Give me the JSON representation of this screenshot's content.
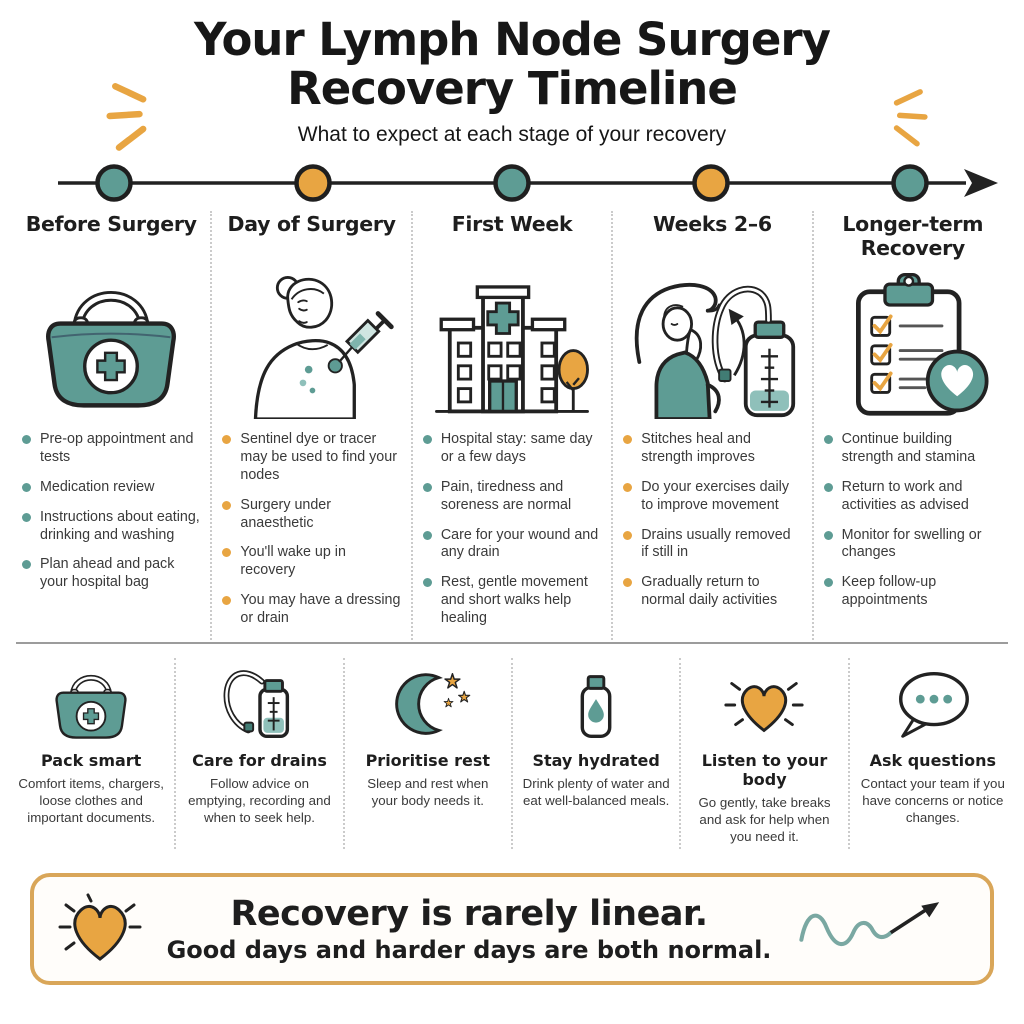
{
  "colors": {
    "teal": "#5E9C94",
    "teal_light": "#8FC0BA",
    "orange": "#E8A542",
    "banner_border": "#D9A659",
    "ink": "#222222",
    "body_text": "#3A3A3A"
  },
  "header": {
    "title_line1": "Your Lymph Node Surgery",
    "title_line2": "Recovery Timeline",
    "subtitle": "What to expect at each stage of your recovery",
    "sparkle_icon": "sparkle-rays-icon"
  },
  "timeline": {
    "dot_colors": [
      "teal",
      "orange",
      "teal",
      "orange",
      "teal"
    ],
    "arrow_icon": "arrow-right-icon"
  },
  "stages": [
    {
      "label": "Before Surgery",
      "accent": "teal",
      "icon": "hospital-bag-icon",
      "bullets": [
        "Pre-op appointment and tests",
        "Medication review",
        "Instructions about eating, drinking and washing",
        "Plan ahead and pack your hospital bag"
      ]
    },
    {
      "label": "Day of Surgery",
      "accent": "orange",
      "icon": "patient-injection-icon",
      "bullets": [
        "Sentinel dye or tracer may be used to find your nodes",
        "Surgery under anaesthetic",
        "You'll wake up in recovery",
        "You may have a dressing or drain"
      ]
    },
    {
      "label": "First Week",
      "accent": "teal",
      "icon": "hospital-building-icon",
      "bullets": [
        "Hospital stay: same day or a few days",
        "Pain, tiredness and soreness are normal",
        "Care for your wound and any drain",
        "Rest, gentle movement and short walks help healing"
      ]
    },
    {
      "label": "Weeks 2–6",
      "accent": "orange",
      "icon": "stretching-drain-icon",
      "bullets": [
        "Stitches heal and strength improves",
        "Do your exercises daily to improve movement",
        "Drains usually removed if still in",
        "Gradually return to normal daily activities"
      ]
    },
    {
      "label": "Longer-term Recovery",
      "accent": "teal",
      "icon": "checklist-heart-icon",
      "bullets": [
        "Continue building strength and stamina",
        "Return to work and activities as advised",
        "Monitor for swelling or changes",
        "Keep follow-up appointments"
      ]
    }
  ],
  "tips": [
    {
      "title": "Pack smart",
      "icon": "hospital-bag-icon",
      "text": "Comfort items, chargers, loose clothes and important documents."
    },
    {
      "title": "Care for drains",
      "icon": "drain-bottle-icon",
      "text": "Follow advice on emptying, recording and when to seek help."
    },
    {
      "title": "Prioritise rest",
      "icon": "moon-stars-icon",
      "text": "Sleep and rest when your body needs it."
    },
    {
      "title": "Stay hydrated",
      "icon": "water-bottle-icon",
      "text": "Drink plenty of water and eat well-balanced meals."
    },
    {
      "title": "Listen to your body",
      "icon": "heart-burst-icon",
      "text": "Go gently, take breaks and ask for help when you need it."
    },
    {
      "title": "Ask questions",
      "icon": "speech-bubble-icon",
      "text": "Contact your team if you have concerns or notice changes."
    }
  ],
  "banner": {
    "line1": "Recovery is rarely linear.",
    "line2": "Good days and harder days are both normal.",
    "heart_icon": "heart-burst-icon",
    "squiggle_icon": "squiggle-arrow-icon"
  }
}
